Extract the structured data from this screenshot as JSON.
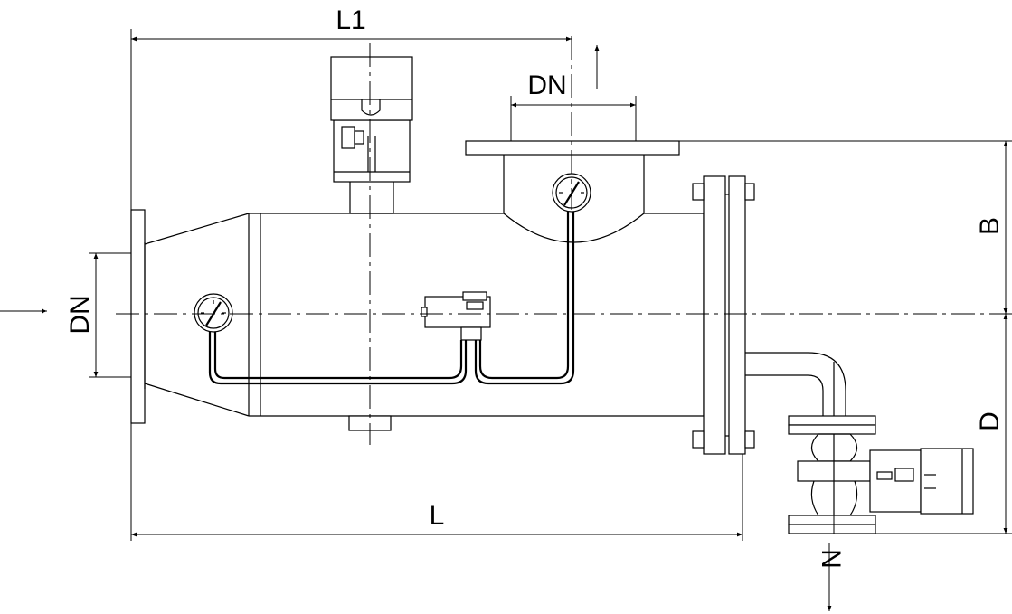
{
  "labels": {
    "l1": "L1",
    "dn_top": "DN",
    "dn_left": "DN",
    "b": "B",
    "d": "D",
    "l": "L",
    "n": "N"
  },
  "colors": {
    "line": "#000000",
    "background": "#ffffff"
  }
}
